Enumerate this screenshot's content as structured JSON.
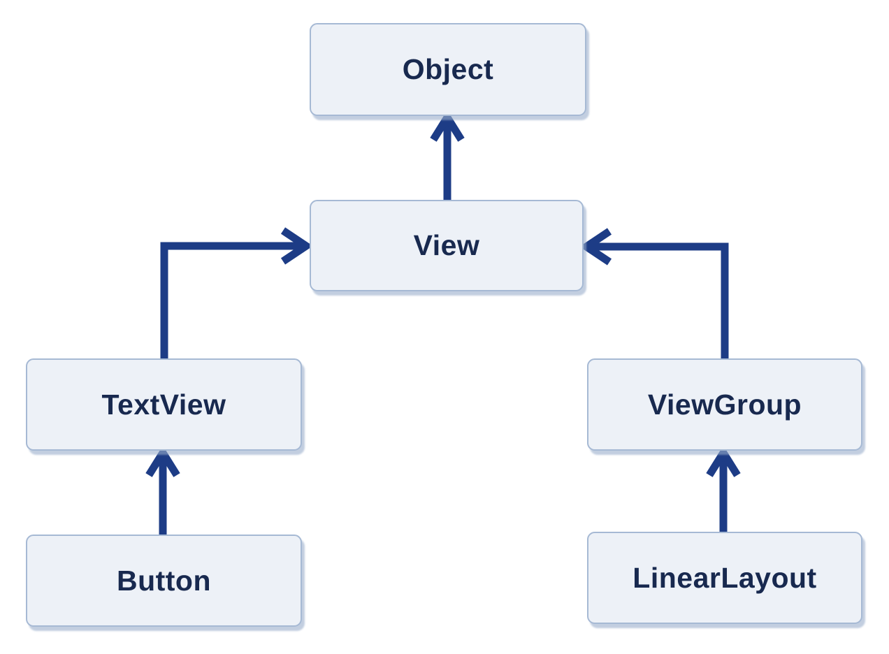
{
  "diagram": {
    "type": "class-hierarchy",
    "nodes": [
      {
        "id": "object",
        "label": "Object"
      },
      {
        "id": "view",
        "label": "View"
      },
      {
        "id": "textview",
        "label": "TextView"
      },
      {
        "id": "viewgroup",
        "label": "ViewGroup"
      },
      {
        "id": "button",
        "label": "Button"
      },
      {
        "id": "linearlayout",
        "label": "LinearLayout"
      }
    ],
    "edges": [
      {
        "from": "View",
        "to": "Object",
        "style": "arrow-up"
      },
      {
        "from": "TextView",
        "to": "View",
        "style": "elbow-up-right"
      },
      {
        "from": "ViewGroup",
        "to": "View",
        "style": "elbow-up-left"
      },
      {
        "from": "Button",
        "to": "TextView",
        "style": "arrow-up"
      },
      {
        "from": "LinearLayout",
        "to": "ViewGroup",
        "style": "arrow-up"
      }
    ],
    "colors": {
      "background": "#ffffff",
      "node_fill": "#edf1f7",
      "node_border": "#a6b9d4",
      "node_shadow": "rgba(154,173,203,0.6)",
      "label_text": "#18294f",
      "arrow": "#1d3c86"
    }
  }
}
